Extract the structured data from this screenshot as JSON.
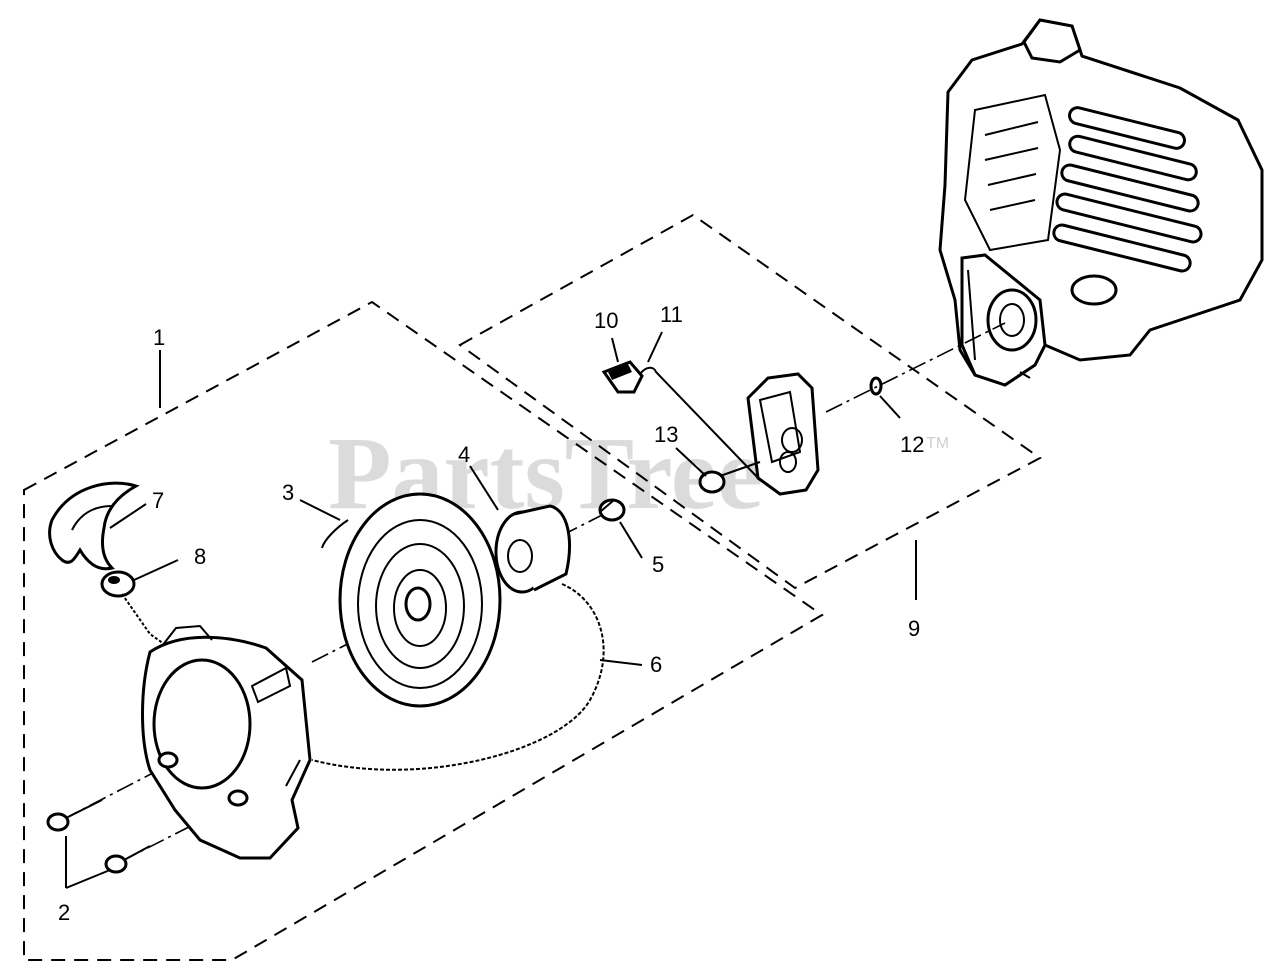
{
  "watermark": {
    "text": "PartsTree",
    "trademark": "TM"
  },
  "callouts": [
    "1",
    "2",
    "3",
    "4",
    "5",
    "6",
    "7",
    "8",
    "9",
    "10",
    "11",
    "12",
    "13"
  ],
  "colors": {
    "line": "#000000",
    "background": "#ffffff",
    "watermark": "#cfcfcf"
  }
}
